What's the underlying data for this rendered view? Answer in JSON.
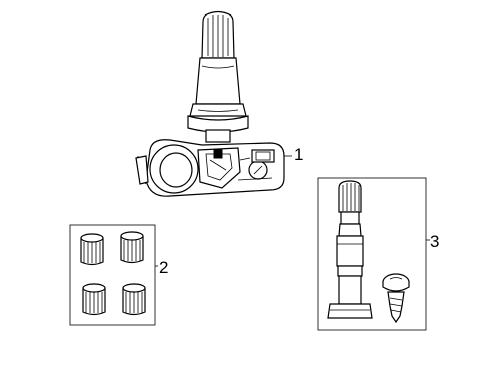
{
  "callouts": {
    "sensor": "1",
    "caps": "2",
    "valve_kit": "3"
  }
}
